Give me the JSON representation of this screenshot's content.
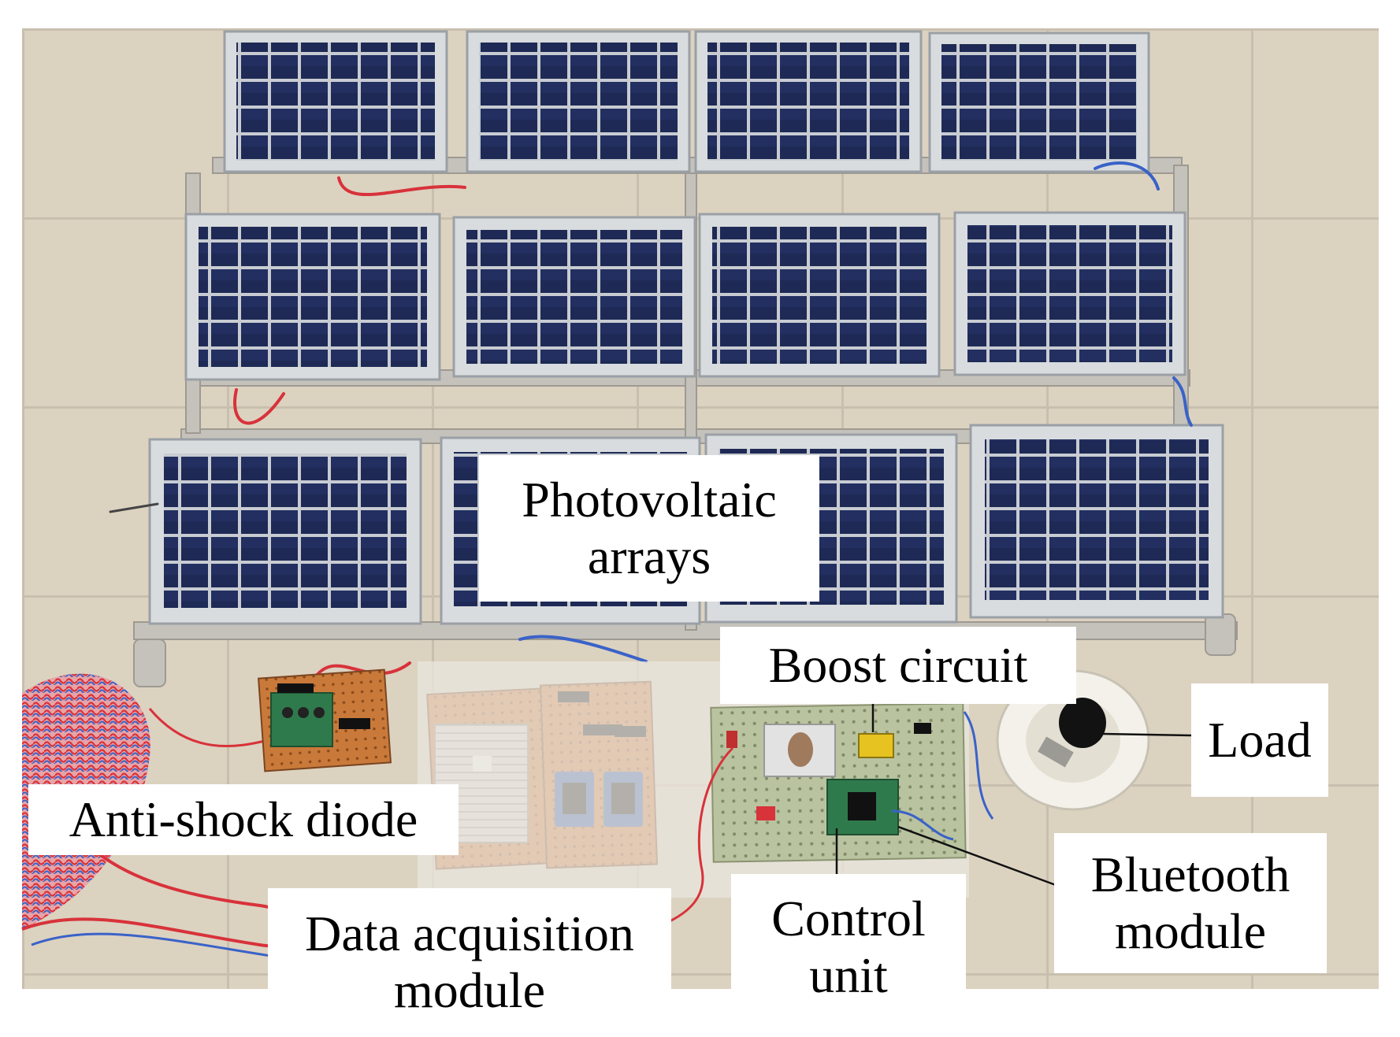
{
  "figure": {
    "labels": {
      "photovoltaic_arrays": [
        "Photovoltaic",
        "arrays"
      ],
      "boost_circuit": "Boost circuit",
      "load": "Load",
      "anti_shock_diode": "Anti-shock diode",
      "data_acquisition_module": [
        "Data acquisition",
        "module"
      ],
      "control_unit": [
        "Control",
        "unit"
      ],
      "bluetooth_module": [
        "Bluetooth",
        "module"
      ]
    },
    "colors": {
      "floor_tile": "#dcd2c0",
      "tile_grout": "#c9bfae",
      "panel_cell": "#1e2a55",
      "panel_frame": "#d9dcde",
      "aluminium_rail": "#c5c2bb",
      "pcb_orange": "#c97a3a",
      "pcb_green": "#2f7a4c",
      "pegboard": "#b9c3a0",
      "wire_red": "#d8323a",
      "wire_blue": "#3a62c8"
    }
  }
}
